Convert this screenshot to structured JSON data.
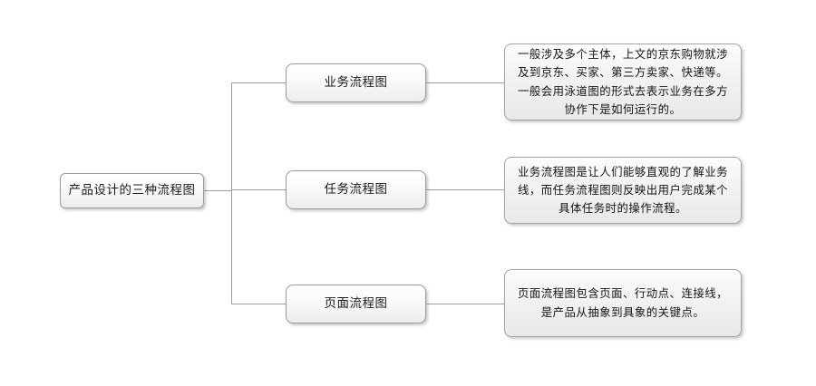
{
  "diagram": {
    "type": "mind-map-flowchart",
    "background_color": "#ffffff",
    "connector_color": "#9c9c9c",
    "node_border_color": "#9a9a9a",
    "node_fill_top": "#ffffff",
    "node_fill_bottom": "#ededed",
    "text_color": "#1b1b1b",
    "root": {
      "label": "产品设计的三种流程图"
    },
    "branches": [
      {
        "label": "业务流程图",
        "description": "一般涉及多个主体，上文的京东购物就涉及到京东、买家、第三方卖家、快递等。一般会用泳道图的形式去表示业务在多方协作下是如何运行的。"
      },
      {
        "label": "任务流程图",
        "description": "业务流程图是让人们能够直观的了解业务线，而任务流程图则反映出用户完成某个具体任务时的操作流程。"
      },
      {
        "label": "页面流程图",
        "description": "页面流程图包含页面、行动点、连接线，是产品从抽象到具象的关键点。"
      }
    ]
  }
}
